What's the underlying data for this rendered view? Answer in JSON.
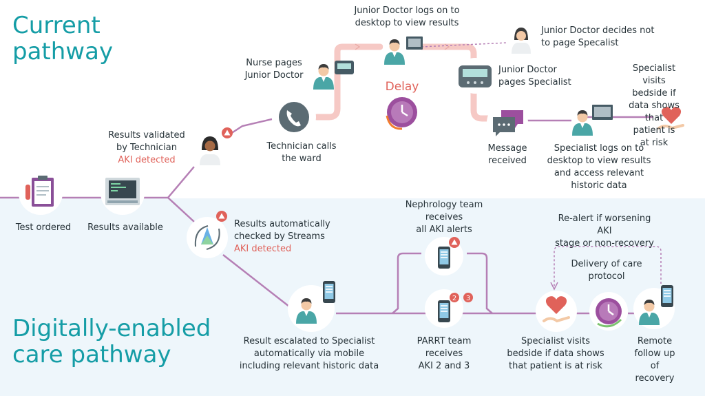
{
  "titles": {
    "current": "Current\npathway",
    "digital": "Digitally-enabled\ncare pathway"
  },
  "current_pathway": {
    "test_ordered": "Test ordered",
    "results_available": "Results available",
    "results_validated": "Results validated\nby Technician",
    "aki_detected": "AKI detected",
    "technician_calls": "Technician calls\nthe ward",
    "nurse_pages": "Nurse pages\nJunior Doctor",
    "junior_logs_on": "Junior Doctor logs on to\ndesktop to view results",
    "delay": "Delay",
    "junior_decides_not": "Junior Doctor decides not\nto page Specalist",
    "junior_pages": "Junior Doctor\npages Specialist",
    "message_received": "Message\nreceived",
    "specialist_logs_on": "Specialist logs on to\ndesktop to view results\nand access relevant\nhistoric data",
    "specialist_visits": "Specialist visits\nbedside if data shows\nthat patient is at risk"
  },
  "digital_pathway": {
    "results_auto_checked": "Results automatically\nchecked by Streams",
    "aki_detected": "AKI detected",
    "result_escalated": "Result escalated to Specialist\nautomatically via mobile\nincluding relevant historic data",
    "nephrology_team": "Nephrology team\nreceives\nall AKI alerts",
    "parrt_team": "PARRT team\nreceives\nAKI 2 and 3",
    "badge_2": "2",
    "badge_3": "3",
    "specialist_visits": "Specialist visits\nbedside if data shows\nthat patient is at risk",
    "delivery_protocol": "Delivery of care\nprotocol",
    "realert": "Re-alert if worsening AKI\nstage or non-recovery",
    "remote_follow_up": "Remote follow up\nof recovery"
  },
  "colors": {
    "teal": "#159da6",
    "line": "#b57fb5",
    "alert": "#e0625a",
    "delay_line": "#f6c9c5",
    "bottom_bg": "#eef6fb"
  },
  "icons": [
    "test-tube-clipboard-icon",
    "lab-monitor-icon",
    "technician-avatar-icon",
    "phone-icon",
    "nurse-avatar-icon",
    "pager-icon",
    "junior-doctor-desktop-icon",
    "delay-clock-icon",
    "junior-doctor-icon",
    "message-bubbles-icon",
    "specialist-desktop-icon",
    "heart-hand-icon",
    "streams-logo-icon",
    "specialist-mobile-icon",
    "nephrology-phone-icon",
    "parrt-phone-icon",
    "care-protocol-clock-icon",
    "remote-doctor-mobile-icon",
    "warning-icon"
  ]
}
